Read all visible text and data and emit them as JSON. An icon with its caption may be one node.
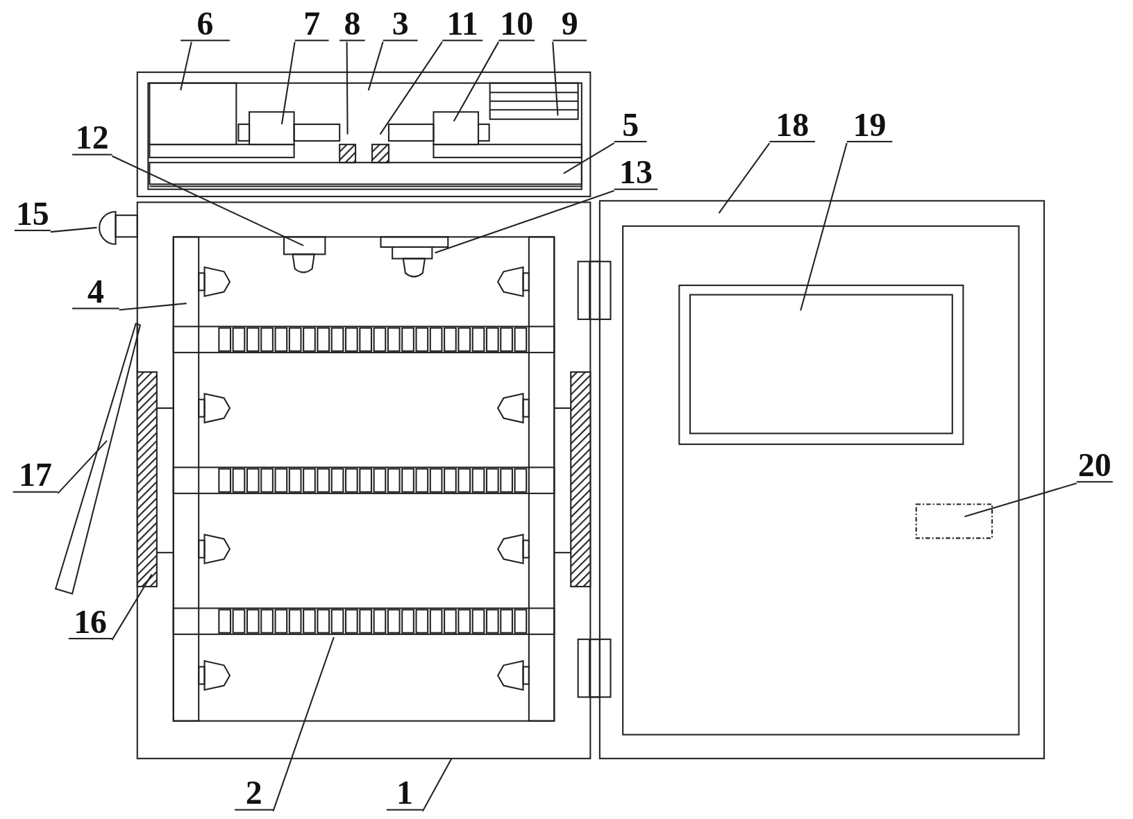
{
  "diagram": {
    "nodes": [
      {
        "text": [
          "6"
        ]
      },
      {
        "text": [
          "7"
        ]
      },
      {
        "text": [
          "8"
        ]
      },
      {
        "text": [
          "3"
        ]
      },
      {
        "text": [
          "11"
        ]
      },
      {
        "text": [
          "10"
        ]
      },
      {
        "text": [
          "9"
        ]
      },
      {
        "text": [
          "12"
        ]
      },
      {
        "text": [
          "5"
        ]
      },
      {
        "text": [
          "13"
        ]
      },
      {
        "text": [
          "18"
        ]
      },
      {
        "text": [
          "19"
        ]
      },
      {
        "text": [
          "15"
        ]
      },
      {
        "text": [
          "4"
        ]
      },
      {
        "text": [
          "17"
        ]
      },
      {
        "text": [
          "16"
        ]
      },
      {
        "text": [
          "20"
        ]
      },
      {
        "text": [
          "2"
        ]
      },
      {
        "text": [
          "1"
        ]
      }
    ],
    "edges": [
      {
        "from": 0,
        "to": null,
        "arrow": "none"
      },
      {
        "from": 1,
        "to": null,
        "arrow": "none"
      },
      {
        "from": 2,
        "to": null,
        "arrow": "none"
      },
      {
        "from": 3,
        "to": null,
        "arrow": "none"
      },
      {
        "from": 4,
        "to": null,
        "arrow": "none"
      },
      {
        "from": 5,
        "to": null,
        "arrow": "none"
      },
      {
        "from": 6,
        "to": null,
        "arrow": "none"
      },
      {
        "from": 7,
        "to": null,
        "arrow": "none"
      },
      {
        "from": 8,
        "to": null,
        "arrow": "none"
      },
      {
        "from": 9,
        "to": null,
        "arrow": "none"
      },
      {
        "from": 10,
        "to": null,
        "arrow": "none"
      },
      {
        "from": 11,
        "to": null,
        "arrow": "none"
      },
      {
        "from": 12,
        "to": null,
        "arrow": "none"
      },
      {
        "from": 13,
        "to": null,
        "arrow": "none"
      },
      {
        "from": 14,
        "to": null,
        "arrow": "none"
      },
      {
        "from": 15,
        "to": null,
        "arrow": "none"
      },
      {
        "from": 16,
        "to": null,
        "arrow": "none"
      },
      {
        "from": 17,
        "to": null,
        "arrow": "none"
      },
      {
        "from": 18,
        "to": null,
        "arrow": "none"
      }
    ]
  }
}
